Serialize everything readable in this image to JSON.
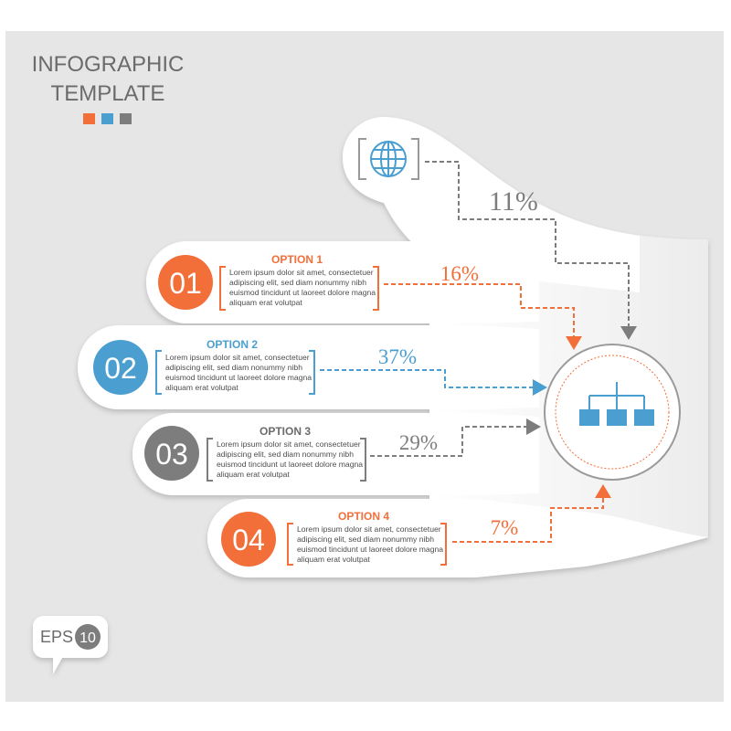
{
  "header": {
    "line1": "INFOGRAPHIC",
    "line2": "TEMPLATE",
    "swatches": [
      "#f26f3a",
      "#4a9fd0",
      "#7d7d7d"
    ]
  },
  "colors": {
    "background": "#e6e6e6",
    "hand": "#ffffff",
    "orange": "#f26f3a",
    "blue": "#4a9fd0",
    "gray": "#7d7d7d",
    "text_dark": "#4d4d4d"
  },
  "top": {
    "icon": "globe-icon",
    "percent": "11%",
    "color": "#7d7d7d"
  },
  "options": [
    {
      "number": "01",
      "title": "OPTION 1",
      "body": [
        "Lorem ipsum dolor sit amet, consectetuer",
        "adipiscing elit, sed diam nonummy nibh",
        "euismod tincidunt ut laoreet dolore magna",
        "aliquam erat volutpat"
      ],
      "percent": "16%",
      "color": "#f26f3a"
    },
    {
      "number": "02",
      "title": "OPTION 2",
      "body": [
        "Lorem ipsum dolor sit amet, consectetuer",
        "adipiscing elit, sed diam nonummy nibh",
        "euismod tincidunt ut laoreet dolore magna",
        "aliquam erat volutpat"
      ],
      "percent": "37%",
      "color": "#4a9fd0"
    },
    {
      "number": "03",
      "title": "OPTION 3",
      "body": [
        "Lorem ipsum dolor sit amet, consectetuer",
        "adipiscing elit, sed diam nonummy nibh",
        "euismod tincidunt ut laoreet dolore magna",
        "aliquam erat volutpat"
      ],
      "percent": "29%",
      "color": "#7d7d7d"
    },
    {
      "number": "04",
      "title": "OPTION 4",
      "body": [
        "Lorem ipsum dolor sit amet, consectetuer",
        "adipiscing elit, sed diam nonummy nibh",
        "euismod tincidunt ut laoreet dolore magna",
        "aliquam erat volutpat"
      ],
      "percent": "7%",
      "color": "#f26f3a"
    }
  ],
  "hub": {
    "icon": "hierarchy-icon",
    "color": "#4a9fd0"
  },
  "badge": {
    "text": "EPS",
    "number": "10"
  }
}
